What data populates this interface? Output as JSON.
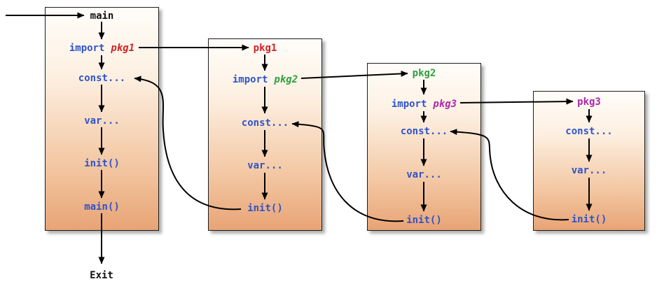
{
  "diagram": {
    "title": "program-initialization-order",
    "exit_label": "Exit",
    "colors": {
      "code_blue": "#2f54c9",
      "pkg1_red": "#cf2424",
      "pkg2_green": "#2f9e3f",
      "pkg3_purple": "#ac26ac",
      "main_black": "#111111",
      "arrow_black": "#000000",
      "box_gradient_top": "#fffdf9",
      "box_gradient_bottom": "#e8a475"
    },
    "boxes": [
      {
        "name": "main",
        "title": "main",
        "items": {
          "import_keyword": "import",
          "import_pkg": "pkg1",
          "const": "const...",
          "var": "var...",
          "init": "init()",
          "main_call": "main()"
        }
      },
      {
        "name": "pkg1",
        "title": "pkg1",
        "items": {
          "import_keyword": "import",
          "import_pkg": "pkg2",
          "const": "const...",
          "var": "var...",
          "init": "init()"
        }
      },
      {
        "name": "pkg2",
        "title": "pkg2",
        "items": {
          "import_keyword": "import",
          "import_pkg": "pkg3",
          "const": "const...",
          "var": "var...",
          "init": "init()"
        }
      },
      {
        "name": "pkg3",
        "title": "pkg3",
        "items": {
          "const": "const...",
          "var": "var...",
          "init": "init()"
        }
      }
    ],
    "edges": {
      "entry": {
        "to": "main.title"
      },
      "sequences": [
        "main: main → import pkg1 → const... → var... → init() → main() → Exit",
        "pkg1: pkg1 → import pkg2 → const... → var... → init()",
        "pkg2: pkg2 → import pkg3 → const... → var... → init()",
        "pkg3: pkg3 → const... → var... → init()"
      ],
      "imports": [
        {
          "from": "main.import_pkg1",
          "to": "pkg1.title"
        },
        {
          "from": "pkg1.import_pkg2",
          "to": "pkg2.title"
        },
        {
          "from": "pkg2.import_pkg3",
          "to": "pkg3.title"
        }
      ],
      "init_returns": [
        {
          "from": "pkg1.init",
          "to": "main.const"
        },
        {
          "from": "pkg2.init",
          "to": "pkg1.const"
        },
        {
          "from": "pkg3.init",
          "to": "pkg2.const"
        }
      ],
      "exit": {
        "from": "main.main_call",
        "to": "Exit"
      }
    }
  }
}
